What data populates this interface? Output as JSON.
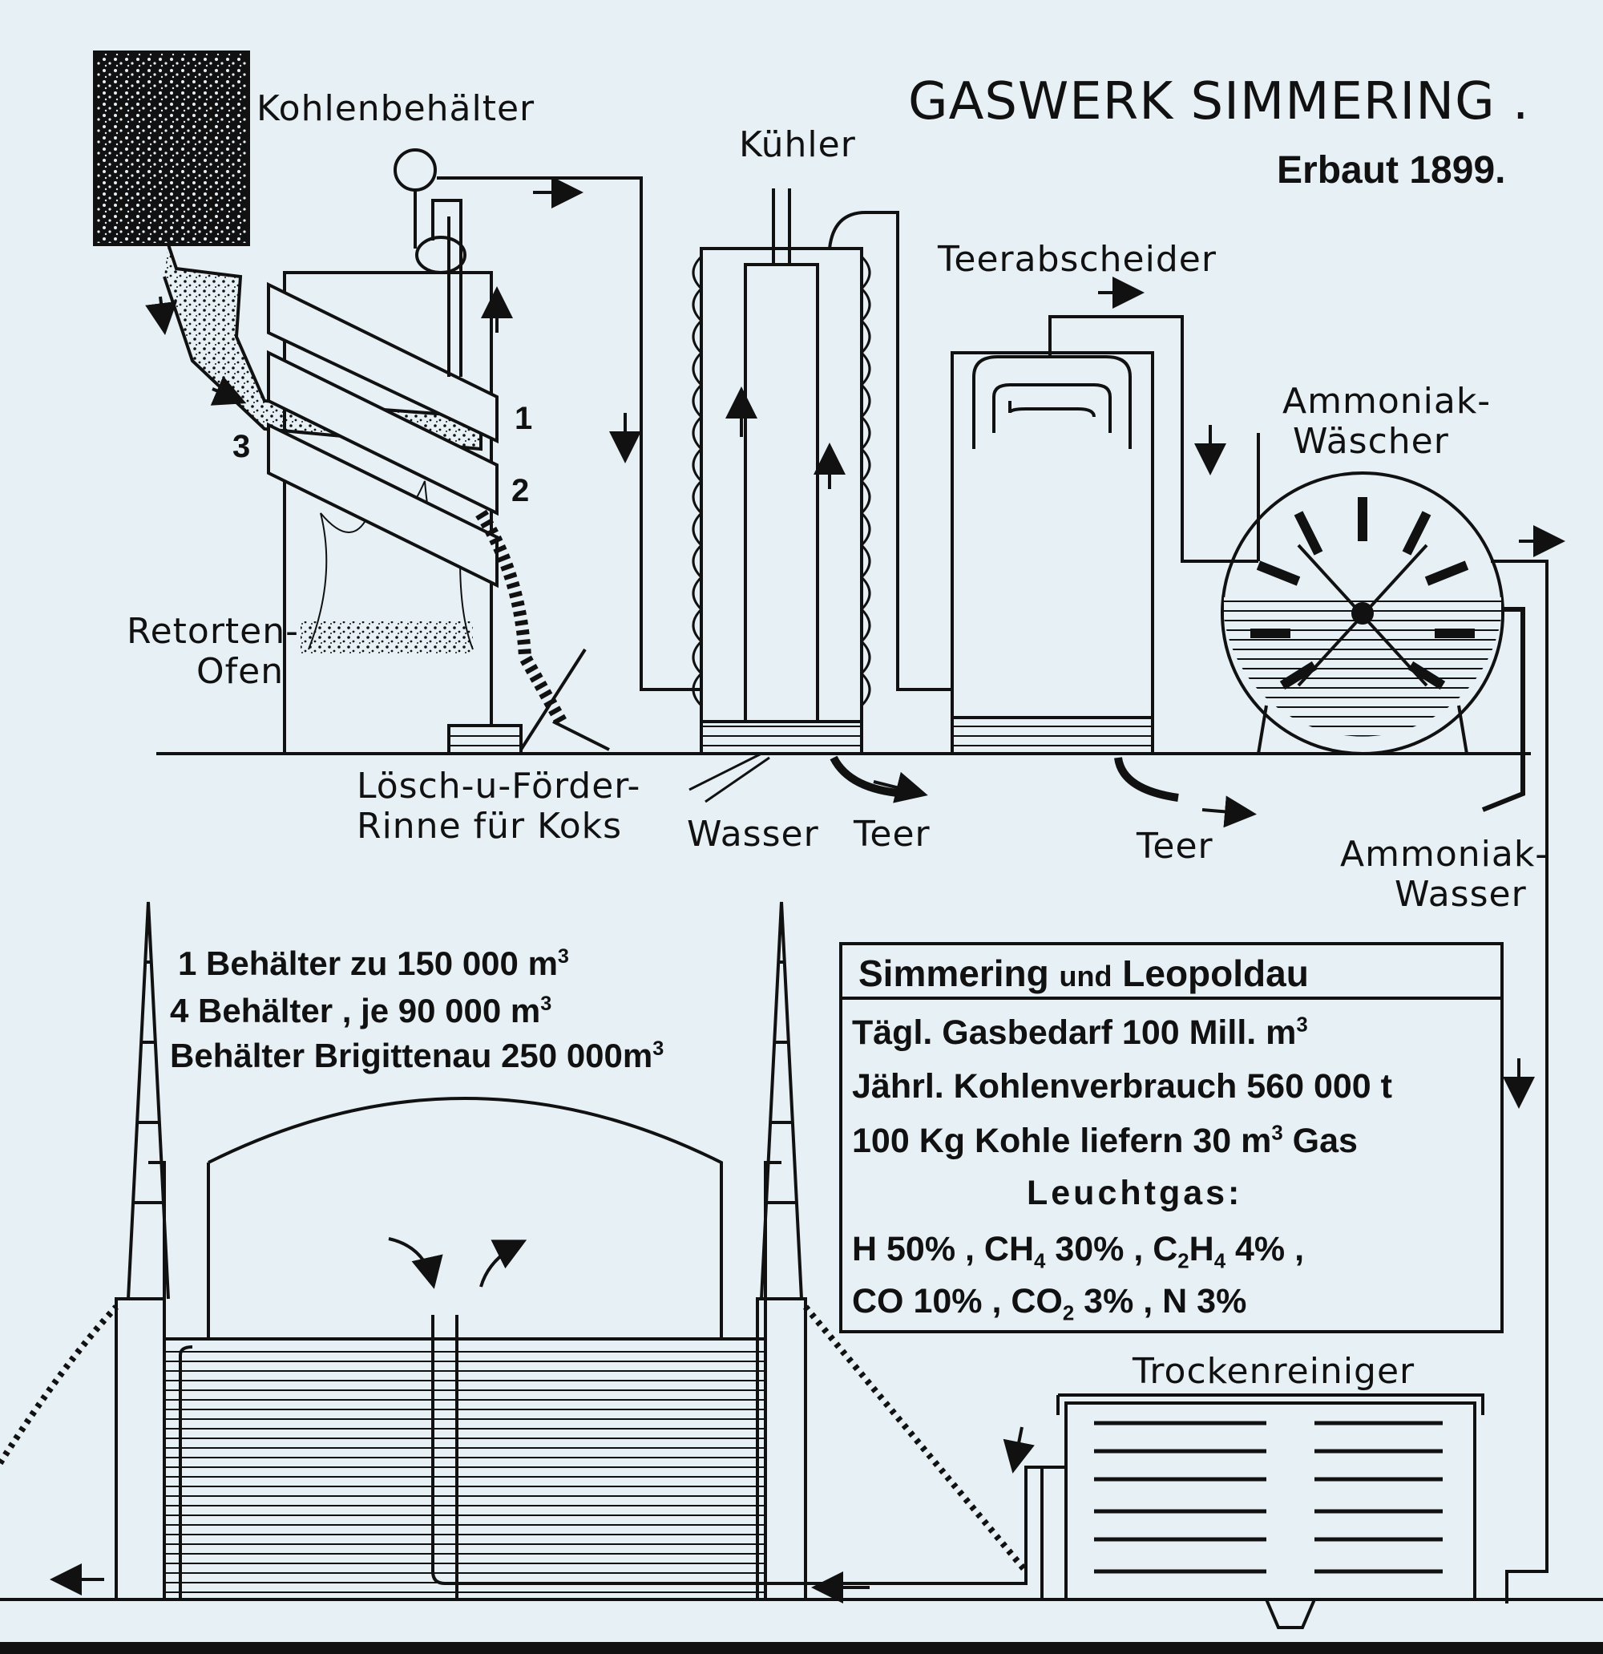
{
  "title": "GASWERK SIMMERING .",
  "subtitle": "Erbaut 1899.",
  "labels": {
    "coal_container": "Kohlenbehälter",
    "cooler": "Kühler",
    "tar_separator": "Teerabscheider",
    "ammonia_washer_1": "Ammoniak-",
    "ammonia_washer_2": "Wäscher",
    "retort_oven_1": "Retorten-",
    "retort_oven_2": "Ofen",
    "quench_1": "Lösch-u-Förder-",
    "quench_2": "Rinne für Koks",
    "water": "Wasser",
    "tar_1": "Teer",
    "tar_2": "Teer",
    "ammonia_water_1": "Ammoniak-",
    "ammonia_water_2": "Wasser",
    "dry_purifier": "Trockenreiniger"
  },
  "retort_numbers": [
    "1",
    "2",
    "3"
  ],
  "holders": {
    "line1_a": "1 Behälter  zu  150 000  m",
    "line2_a": "4 Behälter , je    90 000  m",
    "line3_a": "Behälter Brigittenau 250 000m",
    "unit_exp": "3"
  },
  "info_box": {
    "header_a": "Simmering",
    "header_b": "und",
    "header_c": "Leopoldau",
    "line1_a": "Tägl. Gasbedarf 100 Mill. m",
    "line1_exp": "3",
    "line2": "Jährl. Kohlenverbrauch  560 000 t",
    "line3_a": "100 Kg Kohle liefern 30 m",
    "line3_exp": "3",
    "line3_b": " Gas",
    "line4": "Leuchtgas:",
    "line5_a": "H 50% , CH",
    "line5_sub1": "4",
    "line5_b": " 30% ,  C",
    "line5_sub2": "2",
    "line5_c": "H",
    "line5_sub3": "4",
    "line5_d": " 4% ,",
    "line6_a": "CO 10% ,  CO",
    "line6_sub": "2",
    "line6_b": " 3% ,  N 3%"
  }
}
